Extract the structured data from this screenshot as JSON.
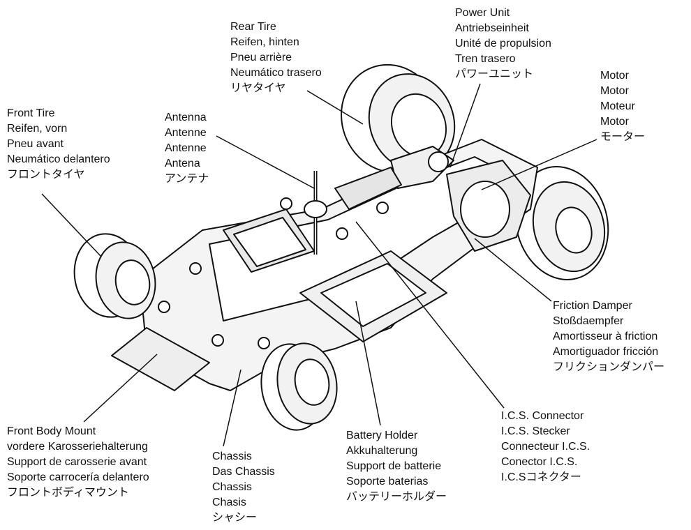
{
  "labels": {
    "rear_tire": {
      "lines": [
        "Rear Tire",
        "Reifen, hinten",
        "Pneu arrière",
        "Neumático trasero",
        "リヤタイヤ"
      ]
    },
    "power_unit": {
      "lines": [
        "Power Unit",
        "Antriebseinheit",
        "Unité de propulsion",
        "Tren trasero",
        "パワーユニット"
      ]
    },
    "motor": {
      "lines": [
        "Motor",
        "Motor",
        "Moteur",
        "Motor",
        "モーター"
      ]
    },
    "front_tire": {
      "lines": [
        "Front Tire",
        "Reifen, vorn",
        "Pneu avant",
        "Neumático delantero",
        "フロントタイヤ"
      ]
    },
    "antenna": {
      "lines": [
        "Antenna",
        "Antenne",
        "Antenne",
        "Antena",
        "アンテナ"
      ]
    },
    "friction_damper": {
      "lines": [
        "Friction Damper",
        "Stoßdaempfer",
        "Amortisseur à friction",
        "Amortiguador fricción",
        "フリクションダンパー"
      ]
    },
    "front_body_mount": {
      "lines": [
        "Front Body Mount",
        "vordere Karosseriehalterung",
        "Support de carosserie avant",
        "Soporte carrocería delantero",
        "フロントボディマウント"
      ]
    },
    "chassis": {
      "lines": [
        "Chassis",
        "Das Chassis",
        "Chassis",
        "Chasis",
        "シャシー"
      ]
    },
    "battery_holder": {
      "lines": [
        "Battery Holder",
        "Akkuhalterung",
        "Support de batterie",
        "Soporte baterias",
        "バッテリーホルダー"
      ]
    },
    "ics_connector": {
      "lines": [
        "I.C.S. Connector",
        "I.C.S. Stecker",
        "Connecteur I.C.S.",
        "Conector I.C.S.",
        "I.C.Sコネクター"
      ]
    }
  },
  "colors": {
    "line": "#111111",
    "fill": "#ffffff",
    "shade": "#e6e6e6"
  }
}
